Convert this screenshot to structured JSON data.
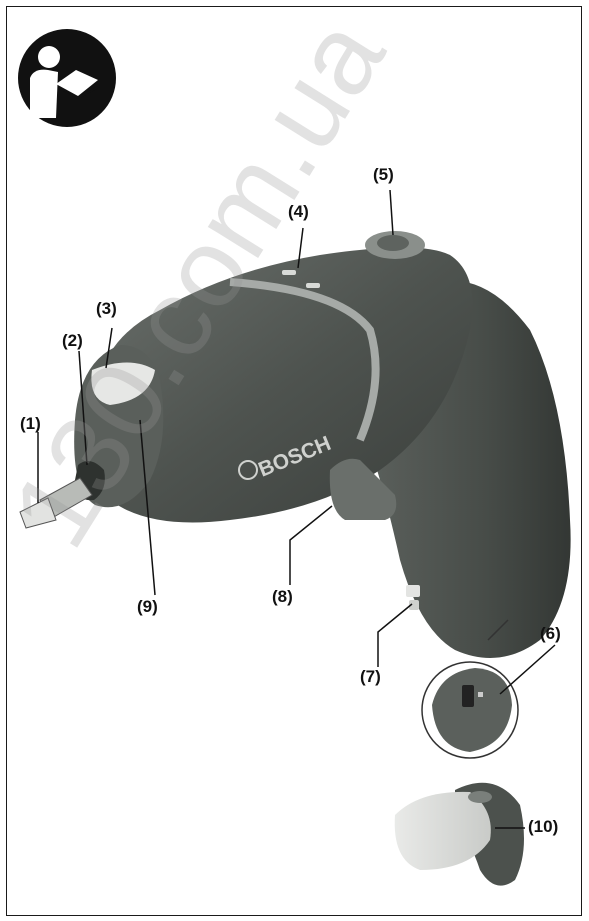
{
  "manual_icon": "read-manual-icon",
  "labels": {
    "l1": "(1)",
    "l2": "(2)",
    "l3": "(3)",
    "l4": "(4)",
    "l5": "(5)",
    "l6": "(6)",
    "l7": "(7)",
    "l8": "(8)",
    "l9": "(9)",
    "l10": "(10)"
  },
  "brand": "BOSCH",
  "watermark": "130.com.ua"
}
